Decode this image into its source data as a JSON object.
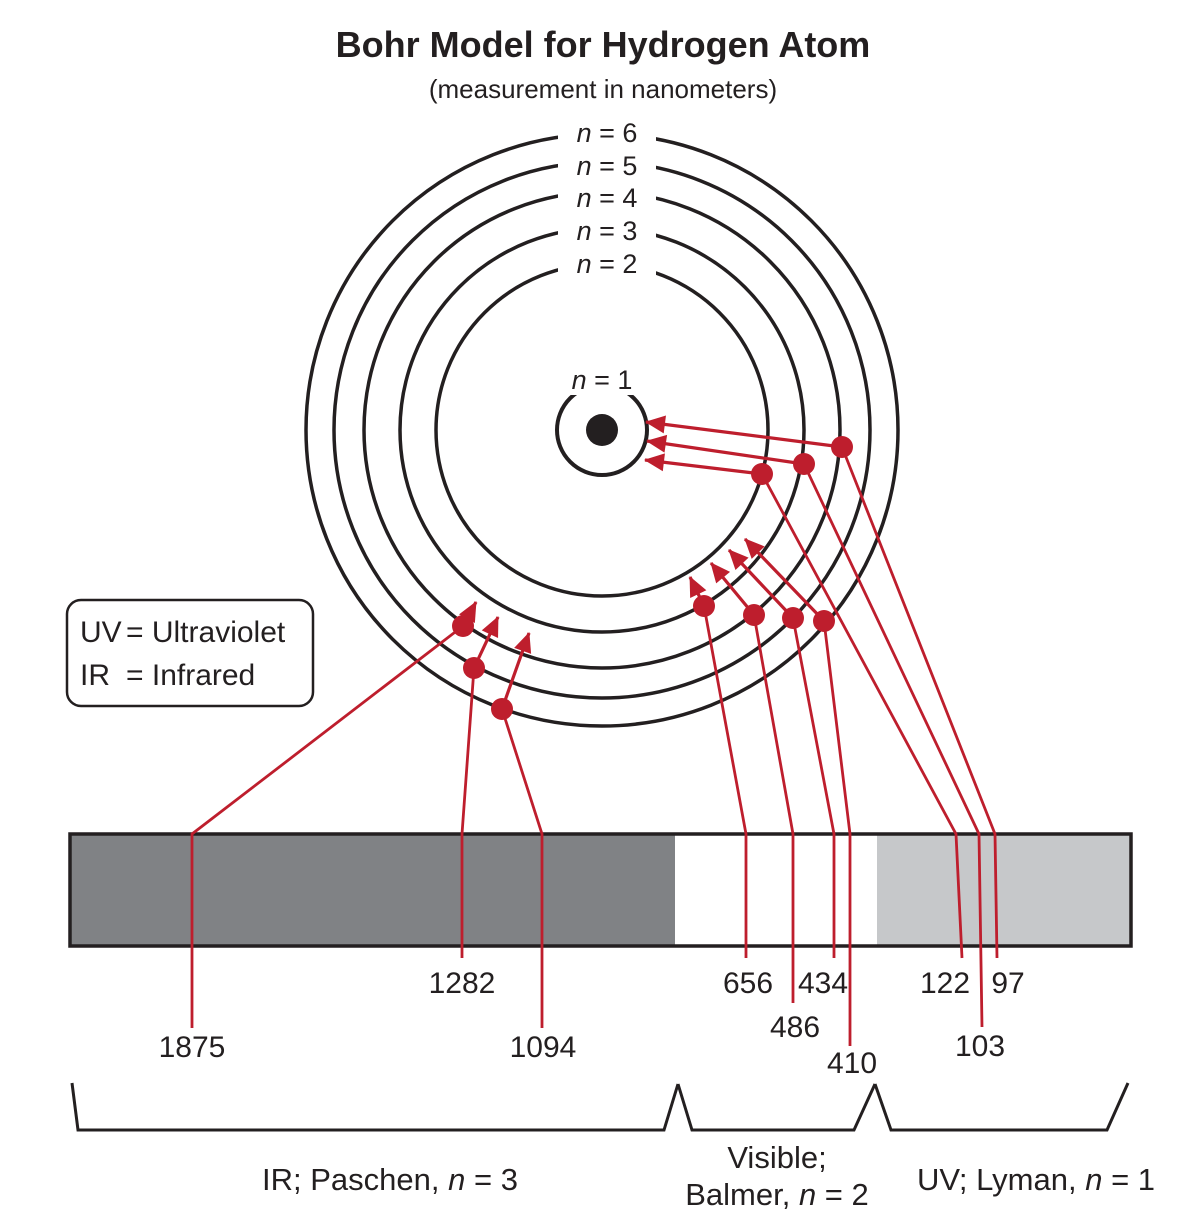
{
  "page": {
    "title": "Bohr Model for Hydrogen Atom",
    "subtitle": "(measurement in nanometers)"
  },
  "legend": {
    "uv_term": "UV",
    "uv_def": "= Ultraviolet",
    "ir_term": "IR",
    "ir_def": "= Infrared"
  },
  "orbit_labels": [
    {
      "var": "n",
      "eq": " = 1"
    },
    {
      "var": "n",
      "eq": " = 2"
    },
    {
      "var": "n",
      "eq": " = 3"
    },
    {
      "var": "n",
      "eq": " = 4"
    },
    {
      "var": "n",
      "eq": " = 5"
    },
    {
      "var": "n",
      "eq": " = 6"
    }
  ],
  "wavelengths_nm": {
    "paschen": [
      "1875",
      "1282",
      "1094"
    ],
    "balmer": [
      "656",
      "486",
      "434",
      "410"
    ],
    "lyman": [
      "122",
      "103",
      "97"
    ]
  },
  "series_labels": {
    "paschen": {
      "pre": "IR; Paschen, ",
      "var": "n",
      "eq": " = 3"
    },
    "balmer_line1": "Visible;",
    "balmer": {
      "pre": "Balmer, ",
      "var": "n",
      "eq": " = 2"
    },
    "lyman": {
      "pre": "UV; Lyman, ",
      "var": "n",
      "eq": " = 1"
    }
  },
  "colors": {
    "accent_red": "#be1e2d",
    "ink": "#231f20",
    "ir_band": "#808285",
    "visible_band": "#ffffff",
    "uv_band": "#c6c8ca"
  }
}
